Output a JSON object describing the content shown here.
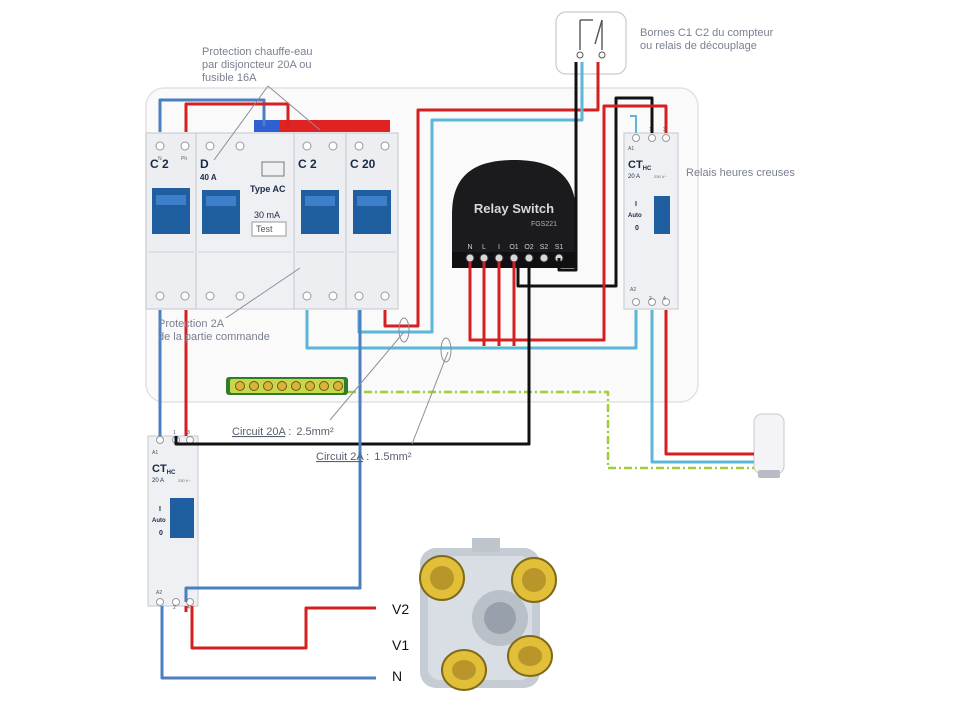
{
  "annotations": {
    "protection_heater": [
      "Protection chauffe-eau",
      "par disjoncteur 20A ou",
      "fusible 16A"
    ],
    "meter_terminals": [
      "Bornes C1 C2 du compteur",
      "ou relais de découplage"
    ],
    "offpeak_relay": "Relais heures creuses",
    "protection_control": [
      "Protection 2A",
      "de la partie commande"
    ],
    "circuit_20a": {
      "name": "Circuit 20A",
      "sep": " :",
      "section": "2.5mm²"
    },
    "circuit_2a": {
      "name": "Circuit 2A",
      "sep": " :",
      "section": "1.5mm²"
    }
  },
  "breakers": {
    "c2_left": {
      "rating": "C 2",
      "terms": [
        "N",
        "Ph"
      ]
    },
    "diff": {
      "rating": "D",
      "sub": "40 A",
      "type": "Type AC",
      "sensitivity": "30 mA",
      "test": "Test"
    },
    "c2_mid": {
      "rating": "C 2"
    },
    "c20": {
      "rating": "C 20"
    }
  },
  "relay_switch": {
    "title": "Relay Switch",
    "model": "FGS221",
    "pins": [
      "N",
      "L",
      "I",
      "O1",
      "O2",
      "S2",
      "S1"
    ]
  },
  "contactor": {
    "brand": "CT",
    "sub": "HC",
    "rating": "20 A",
    "voltage": "230 V~",
    "mode_i": "I",
    "mode_auto": "Auto",
    "mode_0": "0",
    "top_terms": [
      "A1",
      "1",
      "3"
    ],
    "bottom_terms": [
      "A2",
      "2",
      "4"
    ]
  },
  "vmc_outputs": [
    "V2",
    "V1",
    "N"
  ],
  "wire_colors": {
    "phase": "#d42020",
    "neutral": "#4a7fc0",
    "neutral_light": "#5bb6d8",
    "control": "#111111",
    "earth": "#9ccf3a"
  }
}
